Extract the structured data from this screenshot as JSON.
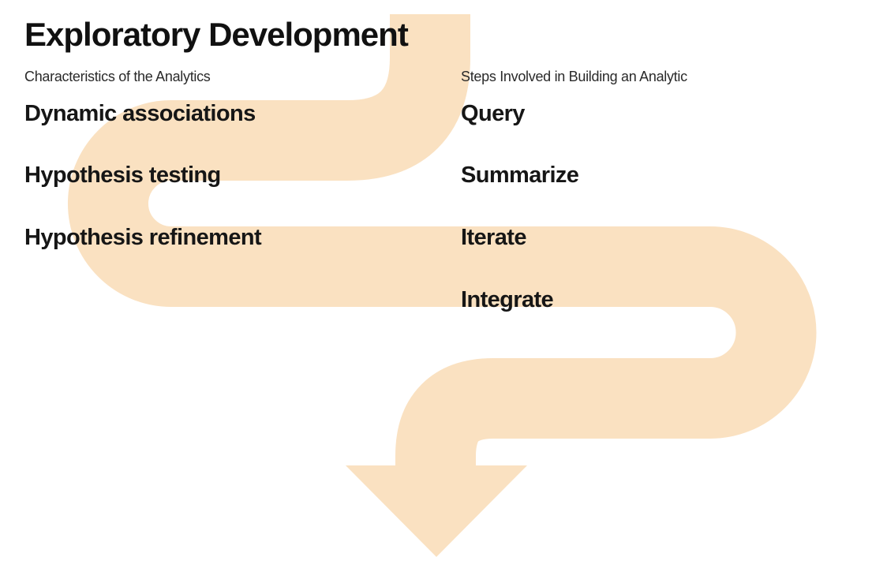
{
  "title": "Exploratory Development",
  "columns": {
    "left": {
      "header": "Characteristics of the Analytics",
      "items": [
        "Dynamic associations",
        "Hypothesis testing",
        "Hypothesis refinement"
      ]
    },
    "right": {
      "header": "Steps Involved in Building an Analytic",
      "items": [
        "Query",
        "Summarize",
        "Iterate",
        "Integrate"
      ]
    }
  },
  "icons": {
    "flow_arrow": "snake-arrow-down-icon"
  },
  "colors": {
    "background": "#ffffff",
    "arrow": "#fae1c1",
    "title_text": "#111111",
    "item_text": "#161616",
    "header_text": "#2a2a2a"
  }
}
